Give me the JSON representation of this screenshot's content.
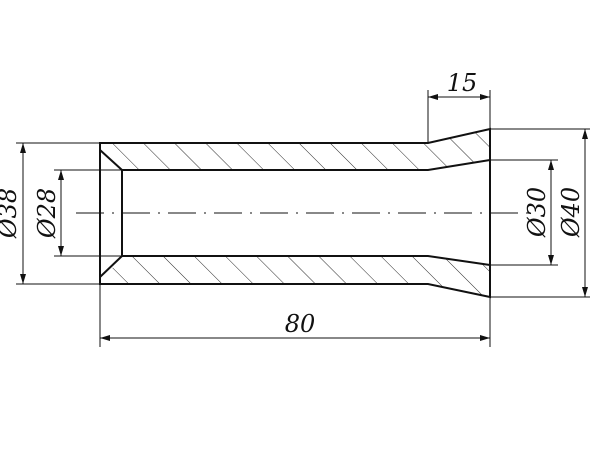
{
  "dimensions": {
    "length": "80",
    "taper_length": "15",
    "outer_left": "Ø38",
    "inner_left": "Ø28",
    "inner_right": "Ø30",
    "outer_right": "Ø40"
  },
  "colors": {
    "line": "#111111",
    "background": "#ffffff"
  }
}
